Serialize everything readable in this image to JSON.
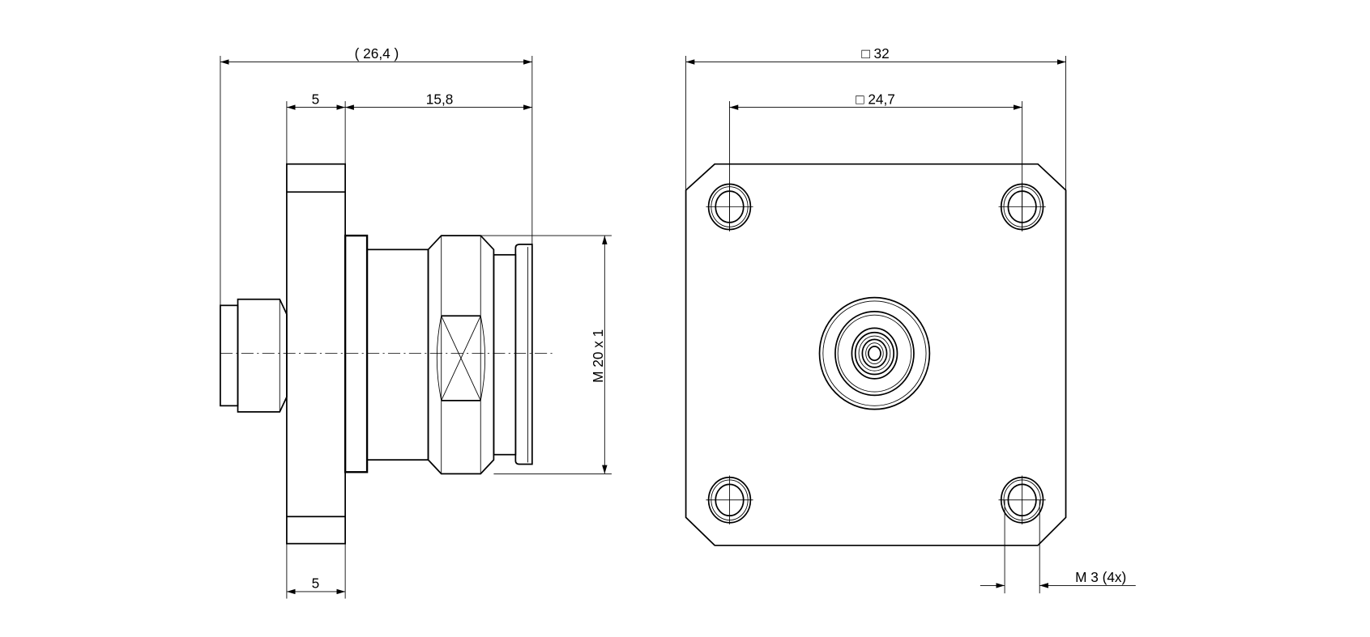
{
  "side_view": {
    "overall_length": "( 26,4 )",
    "flange_thickness_top": "5",
    "body_length": "15,8",
    "thread": "M 20 x 1",
    "flange_thickness_bottom": "5"
  },
  "front_view": {
    "flange_square": "□ 32",
    "hole_spacing": "□ 24,7",
    "mounting_thread": "M 3  (4x)"
  }
}
